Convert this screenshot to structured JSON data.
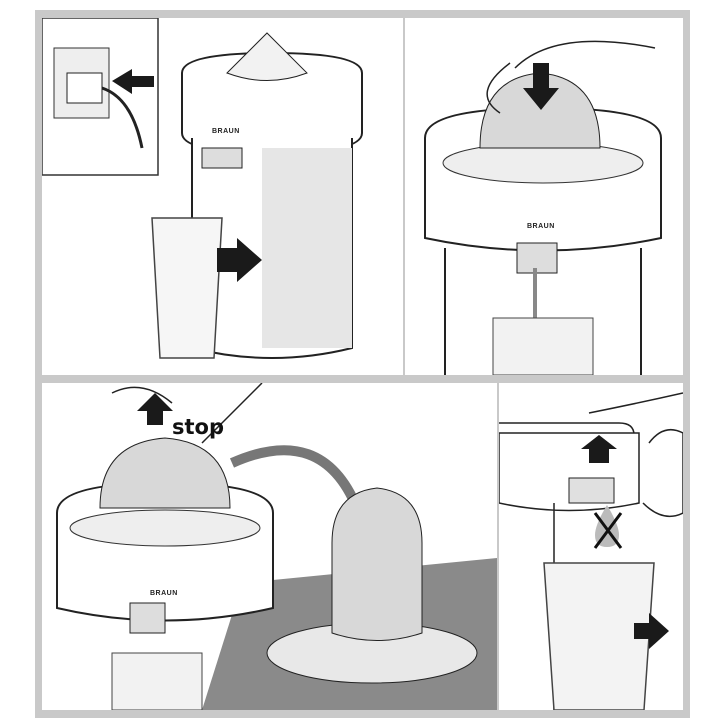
{
  "brand_logo": "BRAUN",
  "steps": [
    {
      "id": "plug-in-and-place-glass",
      "icons": [
        "plug-icon",
        "arrow-right-icon"
      ]
    },
    {
      "id": "press-fruit",
      "icons": [
        "arrow-down-icon"
      ]
    },
    {
      "id": "stop-and-remove-cone",
      "label": "stop",
      "icons": [
        "arrow-up-icon",
        "curved-arrow-icon"
      ]
    },
    {
      "id": "close-spout-remove-glass",
      "icons": [
        "arrow-up-icon",
        "no-drip-icon",
        "arrow-right-icon"
      ]
    }
  ],
  "colors": {
    "frame": "#c9c9c9",
    "table": "#8a8a8a",
    "arrow": "#1a1a1a"
  }
}
